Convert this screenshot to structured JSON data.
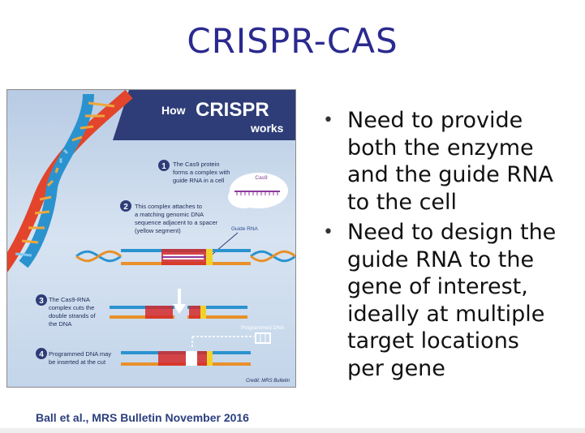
{
  "slide": {
    "title": "CRISPR-CAS",
    "bullets": [
      {
        "lines": [
          "Need to provide",
          "both the enzyme",
          "and the guide RNA",
          "to the cell"
        ]
      },
      {
        "lines": [
          "Need to design the",
          "guide RNA to the",
          "gene of interest,",
          "ideally at multiple",
          "target locations",
          "per gene"
        ]
      }
    ],
    "citation": "Ball et al., MRS Bulletin November 2016"
  },
  "figure": {
    "header_line1": "How",
    "header_word": "CRISPR",
    "header_line2": "works",
    "steps": [
      {
        "num": "1",
        "lines": [
          "The Cas9 protein",
          "forms a complex with",
          "guide RNA in a cell"
        ]
      },
      {
        "num": "2",
        "lines": [
          "This complex attaches to",
          "a matching genomic DNA",
          "sequence adjacent to a spacer",
          "(yellow segment)"
        ]
      },
      {
        "num": "3",
        "lines": [
          "The Cas9-RNA",
          "complex cuts the",
          "double strands of",
          "the DNA"
        ]
      },
      {
        "num": "4",
        "lines": [
          "Programmed DNA may",
          "be inserted at the cut"
        ]
      }
    ],
    "label_cas9": "Cas9",
    "label_guide_rna": "Guide RNA",
    "label_programmed_dna": "Programmed DNA",
    "credit": "Credit: MRS Bulletin",
    "colors": {
      "background": "#c9d9ec",
      "header_bg": "#2e3d78",
      "helix_red": "#e2452b",
      "helix_blue": "#2a93cf",
      "dna_red": "#d42a2a",
      "dna_yellow": "#f2d22a",
      "dna_orange": "#e8902a",
      "rna_purple": "#8c3a9a"
    }
  }
}
